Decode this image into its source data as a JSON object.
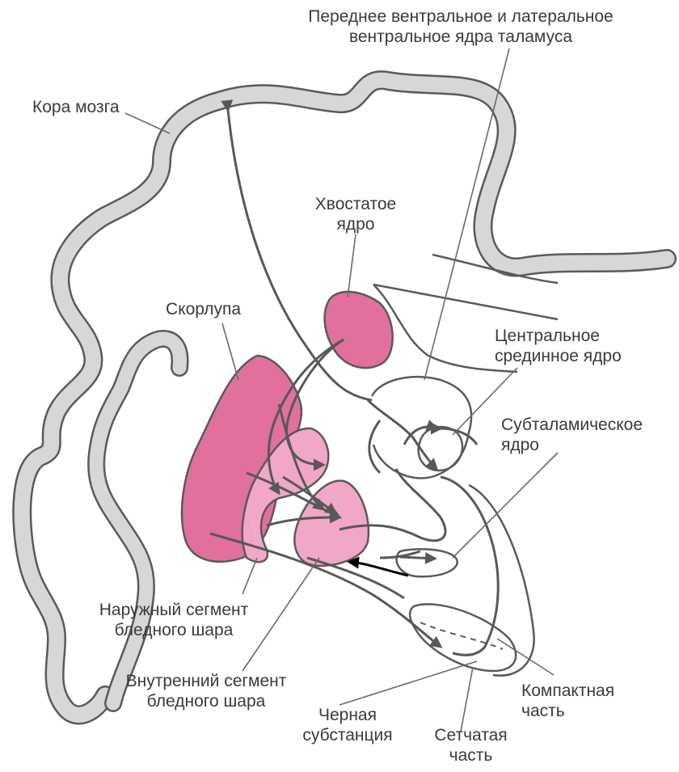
{
  "labels": {
    "thalamus_nuclei": [
      "Переднее вентральное и латеральное",
      "вентральное ядра таламуса"
    ],
    "cortex": [
      "Кора мозга"
    ],
    "caudate": [
      "Хвостатое",
      "ядро"
    ],
    "putamen": [
      "Скорлупа"
    ],
    "centromedian": [
      "Центральное",
      "срединное ядро"
    ],
    "subthalamic": [
      "Субталамическое",
      "ядро"
    ],
    "gpe": [
      "Наружный сегмент",
      "бледного шара"
    ],
    "gpi": [
      "Внутренний сегмент",
      "бледного шара"
    ],
    "substantia_nigra": [
      "Черная",
      "субстанция"
    ],
    "compacta": [
      "Компактная",
      "часть"
    ],
    "reticulata": [
      "Сетчатая",
      "часть"
    ]
  },
  "colors": {
    "cortex_fill": "#d9d6d8",
    "outline": "#5a5a5a",
    "putamen": "#e2709e",
    "caudate": "#e2709e",
    "globus_pallidus": "#f2a6c8",
    "pathway": "#585858",
    "label_text": "#3a3a3a"
  }
}
